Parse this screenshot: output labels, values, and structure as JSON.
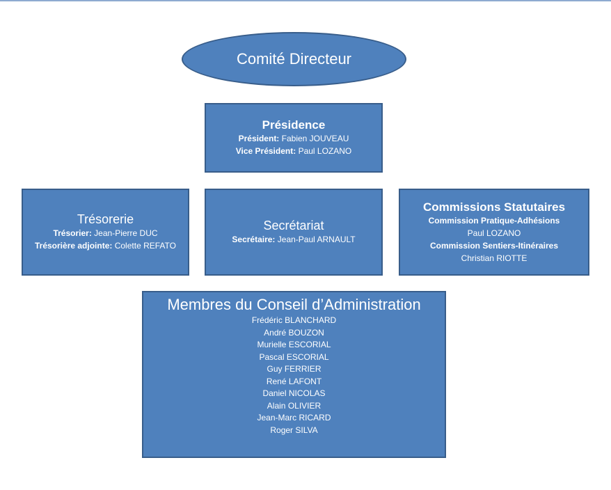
{
  "comite": "Comité Directeur",
  "presidence": {
    "title": "Présidence",
    "lines": [
      {
        "role": "Président:",
        "name": "Fabien JOUVEAU"
      },
      {
        "role": "Vice Président:",
        "name": "Paul LOZANO"
      }
    ]
  },
  "tresorerie": {
    "title": "Trésorerie",
    "lines": [
      {
        "role": "Trésorier:",
        "name": "Jean-Pierre DUC"
      },
      {
        "role": "Trésorière adjointe:",
        "name": "Colette REFATO"
      }
    ]
  },
  "secretariat": {
    "title": "Secrétariat",
    "lines": [
      {
        "role": "Secrétaire:",
        "name": "Jean-Paul ARNAULT"
      }
    ]
  },
  "commissions": {
    "title": "Commissions Statutaires",
    "c1": "Commission Pratique-Adhésions",
    "n1": "Paul LOZANO",
    "c2": "Commission Sentiers-Itinéraires",
    "n2": "Christian RIOTTE"
  },
  "conseil": {
    "title": "Membres du Conseil d’Administration",
    "members": [
      "Frédéric BLANCHARD",
      "André BOUZON",
      "Murielle ESCORIAL",
      "Pascal ESCORIAL",
      "Guy FERRIER",
      "René LAFONT",
      "Daniel NICOLAS",
      "Alain OLIVIER",
      "Jean-Marc RICARD",
      "Roger SILVA"
    ]
  }
}
